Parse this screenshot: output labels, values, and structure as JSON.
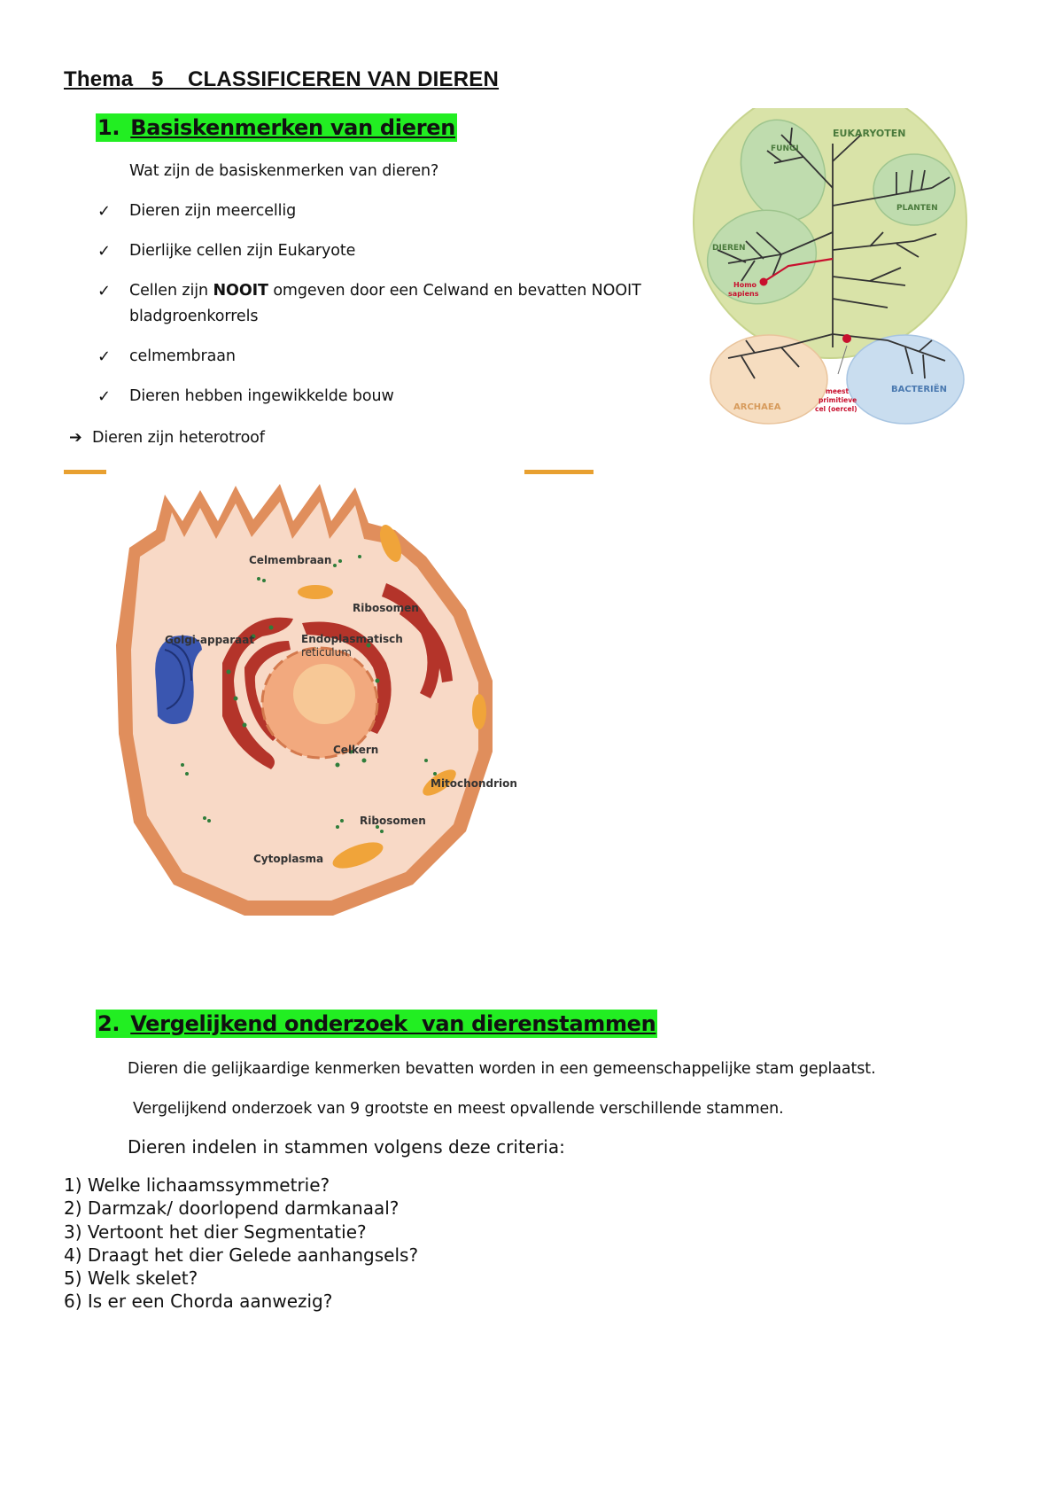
{
  "title": "Thema   5    CLASSIFICEREN VAN DIEREN",
  "section1": {
    "number": "1.",
    "heading": "Basiskenmerken van dieren",
    "question": "Wat zijn de basiskenmerken van dieren?",
    "checklist": [
      {
        "line1": "Dieren zijn meercellig"
      },
      {
        "line1": "Dierlijke cellen zijn Eukaryote"
      },
      {
        "pre": "Cellen zijn ",
        "bold": "NOOIT",
        "post": " omgeven door een Celwand en bevatten NOOIT",
        "line2": "bladgroenkorrels"
      },
      {
        "line1": "celmembraan"
      },
      {
        "line1": "Dieren hebben ingewikkelde bouw"
      }
    ],
    "conclusion": "Dieren zijn heterotroof"
  },
  "tree_diagram": {
    "labels": {
      "eukaryoten": "EUKARYOTEN",
      "fungi": "FUNGI",
      "planten": "PLANTEN",
      "dieren": "DIEREN",
      "homo1": "Homo",
      "homo2": "sapiens",
      "archaea": "ARCHAEA",
      "bacterien": "BACTERIËN",
      "meest1": "meest",
      "meest2": "primitieve",
      "meest3": "cel (oercel)"
    },
    "colors": {
      "eukaryoten": "#d9e3a8",
      "groups": "#bfdcae",
      "archaea": "#f6ddc0",
      "bacterien": "#c9ddef",
      "highlight": "#c8102e"
    }
  },
  "cell_diagram": {
    "labels": {
      "celmembraan": "Celmembraan",
      "ribosomen_top": "Ribosomen",
      "golgi": "Golgi-apparaat",
      "er1": "Endoplasmatisch",
      "er2": "reticulum",
      "celkern": "Celkern",
      "mitochondrion": "Mitochondrion",
      "ribosomen_bottom": "Ribosomen",
      "cytoplasma": "Cytoplasma"
    },
    "colors": {
      "membrane": "#e08e5c",
      "cytoplasm": "#f8d9c6",
      "golgi": "#3a56b0",
      "er": "#b4342a",
      "nucleus": "#f2a97e",
      "mitochondria": "#f0a43a",
      "ribosomes": "#2f7d3a"
    }
  },
  "section2": {
    "number": "2.",
    "heading": "Vergelijkend onderzoek  van dierenstammen",
    "para1": "Dieren die gelijkaardige kenmerken bevatten worden in een gemeenschappelijke stam geplaatst.",
    "para2": "Vergelijkend onderzoek van 9 grootste en meest opvallende verschillende stammen.",
    "criteria_intro": "Dieren indelen in stammen volgens deze criteria:",
    "criteria": [
      "1) Welke lichaamssymmetrie?",
      "2) Darmzak/ doorlopend darmkanaal?",
      "3) Vertoont het dier Segmentatie?",
      "4) Draagt het dier Gelede aanhangsels?",
      "5) Welk skelet?",
      "6) Is er een Chorda aanwezig?"
    ]
  }
}
